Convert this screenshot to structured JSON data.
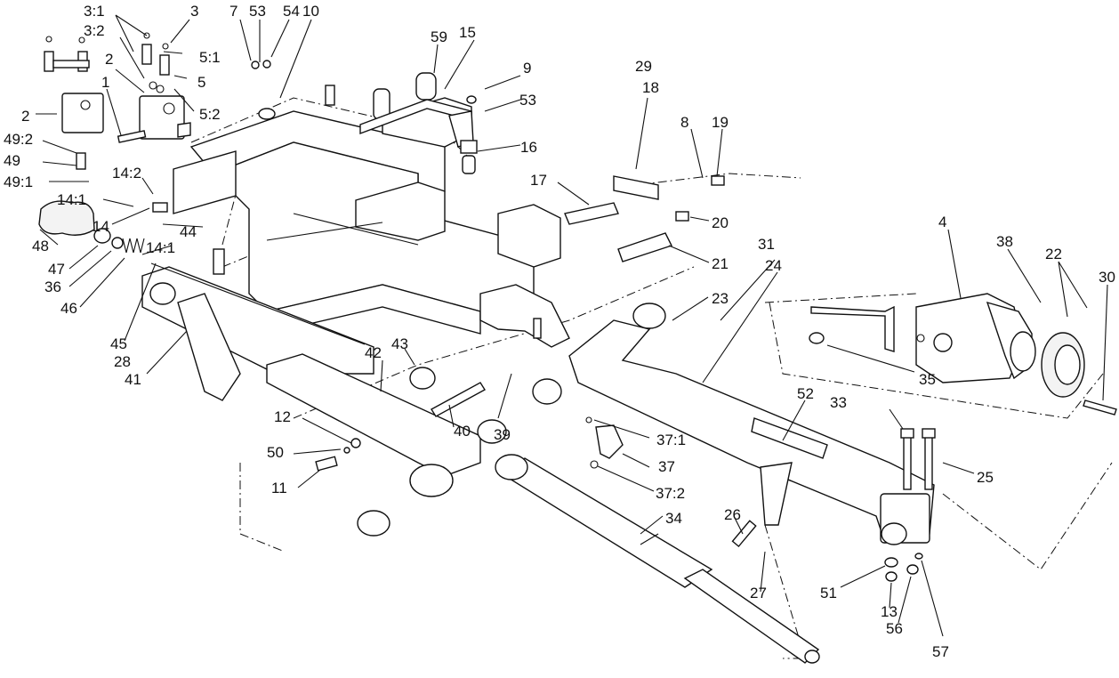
{
  "diagram": {
    "labels": [
      {
        "id": "3:1",
        "text": "3:1"
      },
      {
        "id": "3",
        "text": "3"
      },
      {
        "id": "7",
        "text": "7"
      },
      {
        "id": "53a",
        "text": "53"
      },
      {
        "id": "54",
        "text": "54"
      },
      {
        "id": "10",
        "text": "10"
      },
      {
        "id": "59",
        "text": "59"
      },
      {
        "id": "3:2",
        "text": "3:2"
      },
      {
        "id": "15",
        "text": "15"
      },
      {
        "id": "5:1",
        "text": "5:1"
      },
      {
        "id": "2a",
        "text": "2"
      },
      {
        "id": "5",
        "text": "5"
      },
      {
        "id": "9",
        "text": "9"
      },
      {
        "id": "29",
        "text": "29"
      },
      {
        "id": "18",
        "text": "18"
      },
      {
        "id": "1",
        "text": "1"
      },
      {
        "id": "53b",
        "text": "53"
      },
      {
        "id": "5:2",
        "text": "5:2"
      },
      {
        "id": "2b",
        "text": "2"
      },
      {
        "id": "8",
        "text": "8"
      },
      {
        "id": "19",
        "text": "19"
      },
      {
        "id": "16",
        "text": "16"
      },
      {
        "id": "49:2",
        "text": "49:2"
      },
      {
        "id": "49",
        "text": "49"
      },
      {
        "id": "14:2",
        "text": "14:2"
      },
      {
        "id": "17",
        "text": "17"
      },
      {
        "id": "49:1",
        "text": "49:1"
      },
      {
        "id": "14:1a",
        "text": "14:1"
      },
      {
        "id": "4",
        "text": "4"
      },
      {
        "id": "20",
        "text": "20"
      },
      {
        "id": "14",
        "text": "14"
      },
      {
        "id": "44",
        "text": "44"
      },
      {
        "id": "31",
        "text": "31"
      },
      {
        "id": "38",
        "text": "38"
      },
      {
        "id": "14:1b",
        "text": "14:1"
      },
      {
        "id": "22",
        "text": "22"
      },
      {
        "id": "24",
        "text": "24"
      },
      {
        "id": "48",
        "text": "48"
      },
      {
        "id": "21",
        "text": "21"
      },
      {
        "id": "30",
        "text": "30"
      },
      {
        "id": "47",
        "text": "47"
      },
      {
        "id": "36",
        "text": "36"
      },
      {
        "id": "23",
        "text": "23"
      },
      {
        "id": "46",
        "text": "46"
      },
      {
        "id": "45",
        "text": "45"
      },
      {
        "id": "43",
        "text": "43"
      },
      {
        "id": "28",
        "text": "28"
      },
      {
        "id": "42",
        "text": "42"
      },
      {
        "id": "35",
        "text": "35"
      },
      {
        "id": "41",
        "text": "41"
      },
      {
        "id": "52",
        "text": "52"
      },
      {
        "id": "33",
        "text": "33"
      },
      {
        "id": "39",
        "text": "39"
      },
      {
        "id": "12",
        "text": "12"
      },
      {
        "id": "40",
        "text": "40"
      },
      {
        "id": "37:1",
        "text": "37:1"
      },
      {
        "id": "50",
        "text": "50"
      },
      {
        "id": "25",
        "text": "25"
      },
      {
        "id": "37",
        "text": "37"
      },
      {
        "id": "11",
        "text": "11"
      },
      {
        "id": "37:2",
        "text": "37:2"
      },
      {
        "id": "34",
        "text": "34"
      },
      {
        "id": "26",
        "text": "26"
      },
      {
        "id": "51",
        "text": "51"
      },
      {
        "id": "27",
        "text": "27"
      },
      {
        "id": "13",
        "text": "13"
      },
      {
        "id": "56",
        "text": "56"
      },
      {
        "id": "57",
        "text": "57"
      }
    ]
  }
}
